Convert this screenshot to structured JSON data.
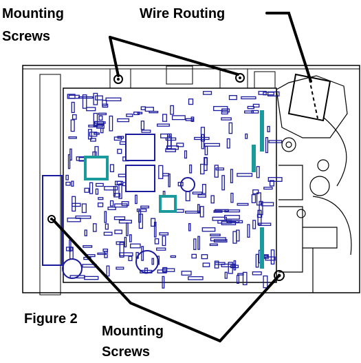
{
  "labels": {
    "mounting_screws_top_line1": "Mounting",
    "mounting_screws_top_line2": "Screws",
    "wire_routing": "Wire Routing",
    "figure_caption": "Figure 2",
    "mounting_screws_bottom_line1": "Mounting",
    "mounting_screws_bottom_line2": "Screws"
  },
  "colors": {
    "board_trace": "#1a1a9c",
    "chip_highlight": "#1a9a9a",
    "outline": "#000000",
    "background": "#ffffff"
  }
}
